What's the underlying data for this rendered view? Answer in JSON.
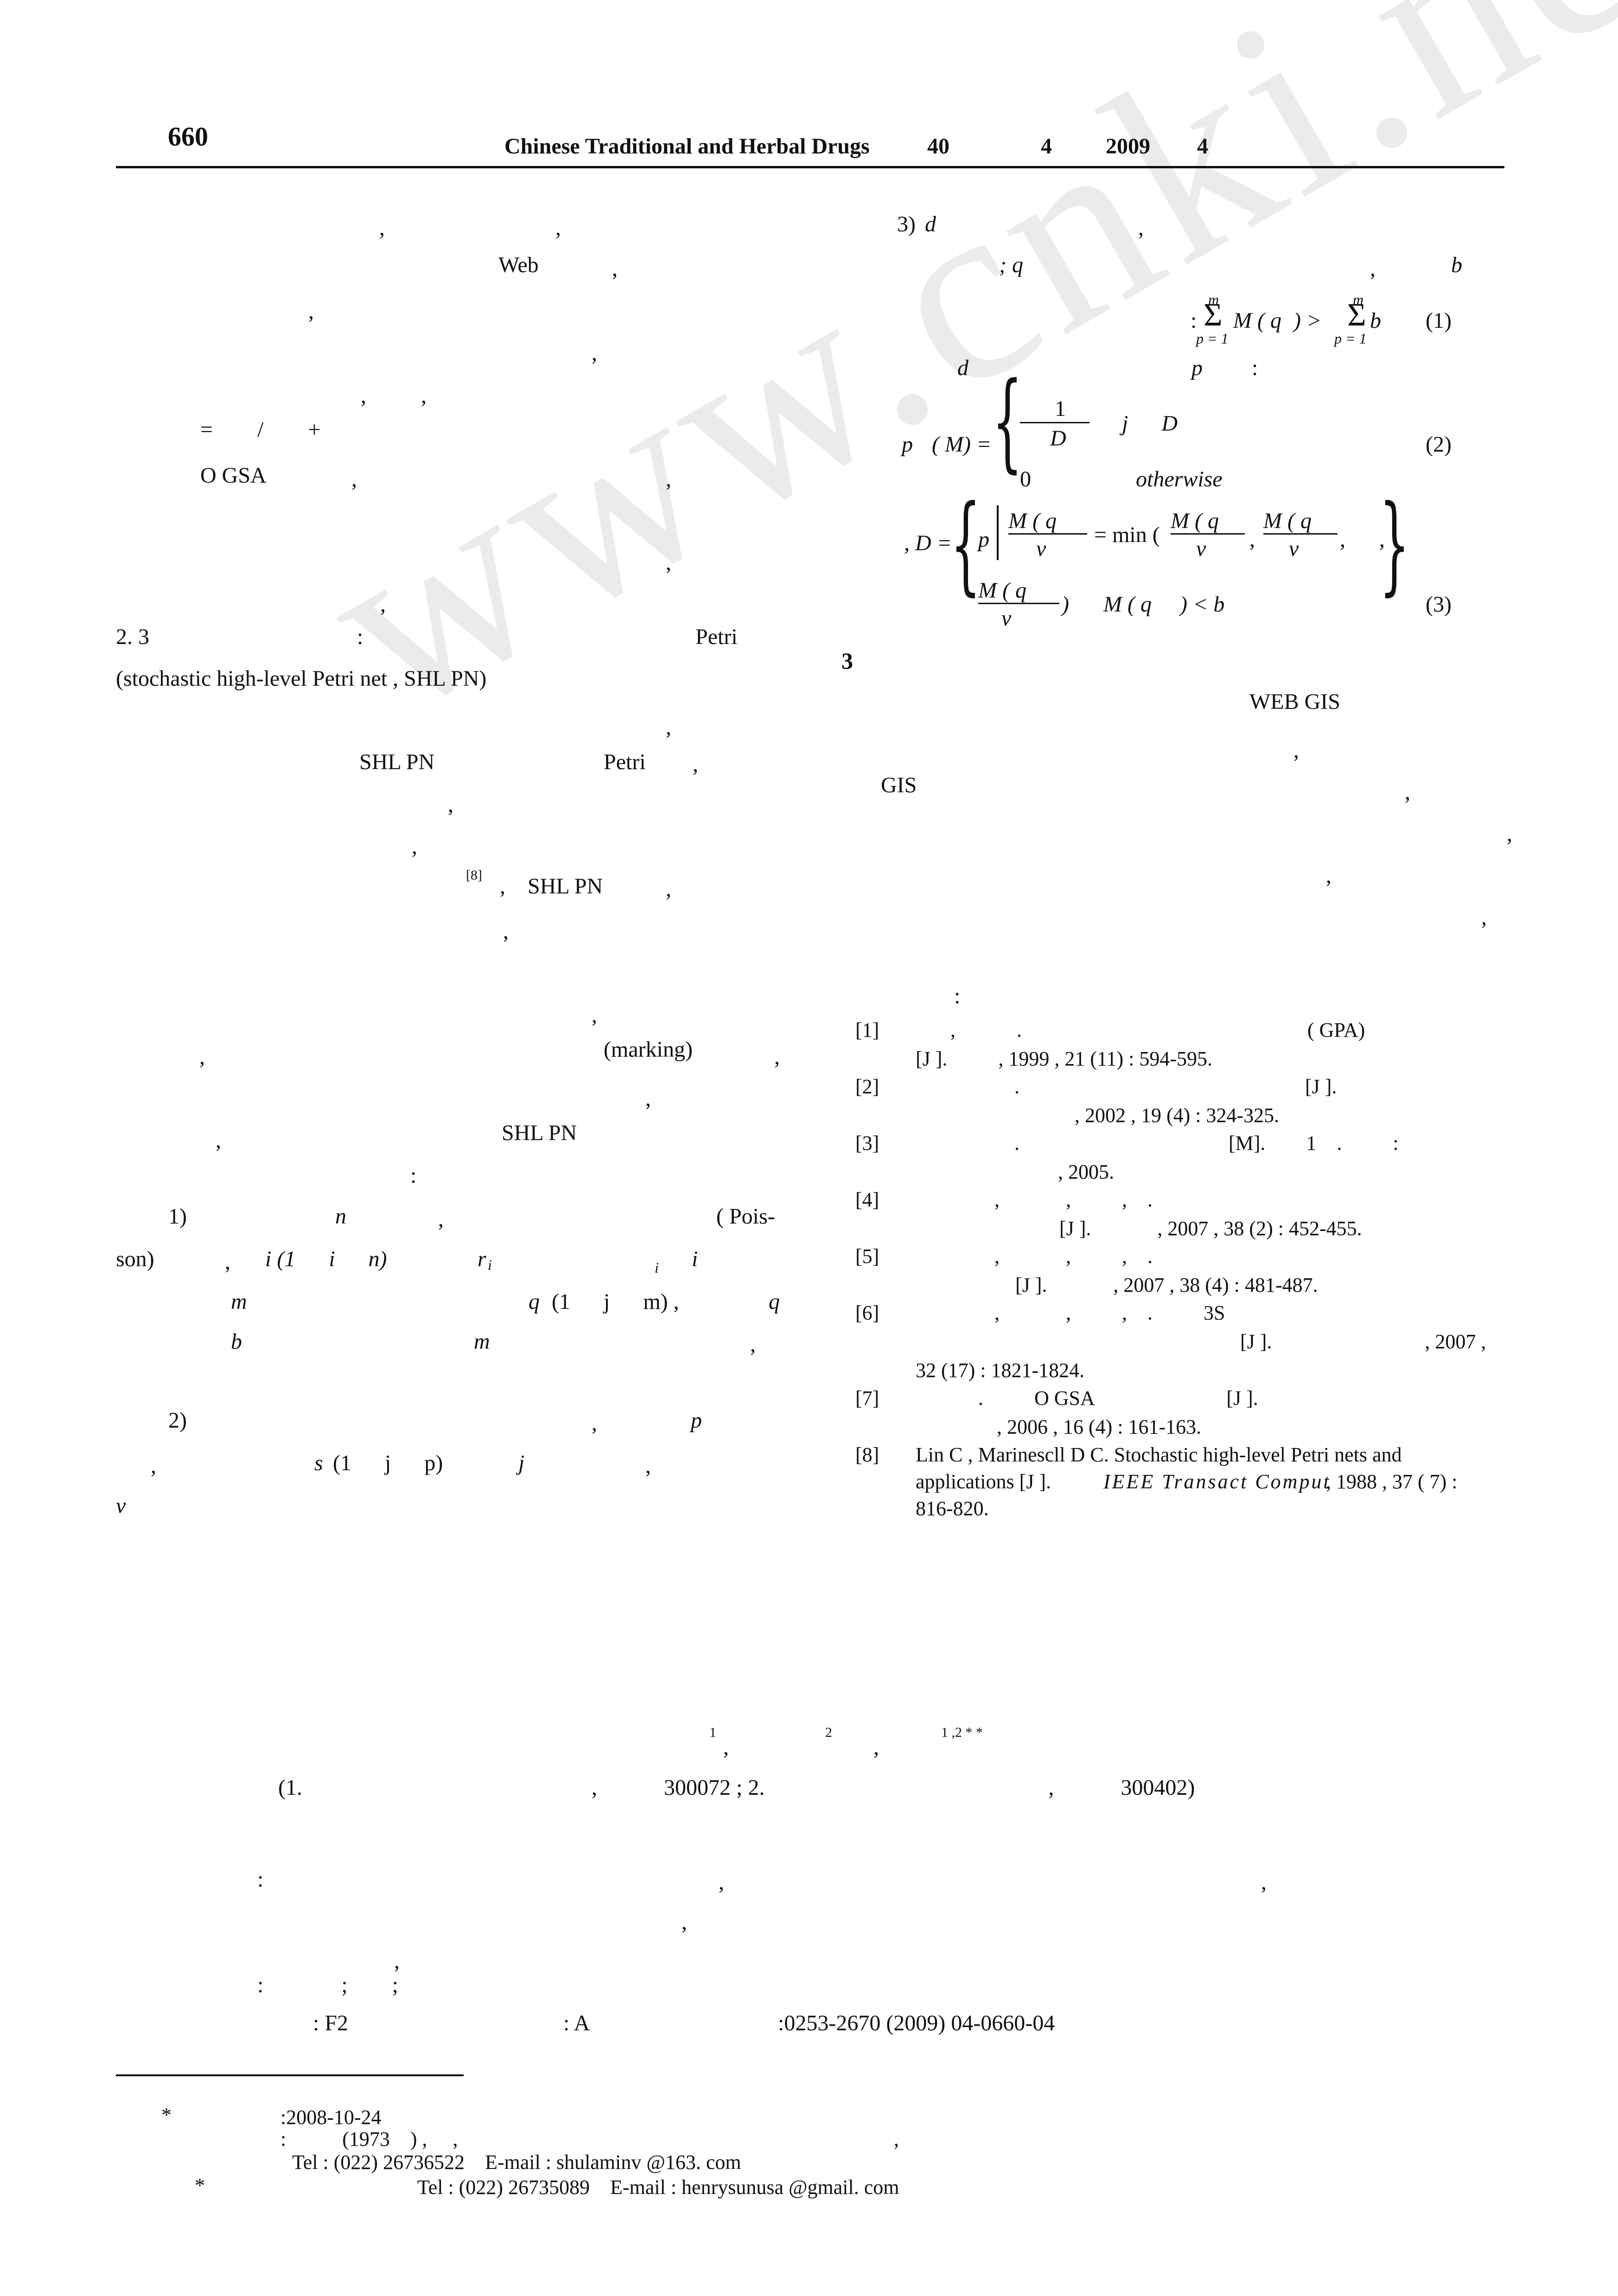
{
  "header": {
    "page_number": "660",
    "journal": "Chinese Traditional and Herbal Drugs",
    "volume": "40",
    "issue": "4",
    "year": "2009",
    "month": "4"
  },
  "watermark": "www.cnki.net",
  "left_column": {
    "frag_1": ",",
    "frag_2": ",",
    "frag_web": "Web",
    "frag_3": ",",
    "frag_4": ",",
    "frag_5": ",",
    "frag_6": ",",
    "frag_7": ",",
    "frag_formula": "=        /        +",
    "frag_ogsa": "O GSA",
    "frag_8": ",",
    "frag_9": ",",
    "frag_10": ",",
    "frag_11": ",",
    "section_23": "2. 3",
    "section_23_colon": ":",
    "frag_petri": "Petri",
    "shlpn_def": "(stochastic high-level Petri net , SHL PN)",
    "frag_12": ",",
    "frag_shlpn1": "SHL PN",
    "frag_petri2": "Petri",
    "frag_13": ",",
    "frag_14": ",",
    "frag_15": ",",
    "cite_8": "[8]",
    "frag_shlpn2": ",    SHL PN",
    "frag_16": ",",
    "frag_17": ",",
    "frag_18": ",",
    "frag_19": ",",
    "frag_marking": "(marking)",
    "frag_20": ",",
    "frag_21": ",",
    "frag_22": ",",
    "frag_shlpn3": "SHL PN",
    "frag_colon": ":",
    "item1_num": "1)",
    "item1_n": "n",
    "item1_comma": ",",
    "item1_pois": "( Pois-",
    "item1_son": "son)",
    "item1_comma2": ",",
    "item1_i": "i (1      i      n)",
    "item1_ri": "r",
    "item1_ri_sub": "i",
    "item1_isub": "i",
    "item1_i2": "i",
    "item1_m": "m",
    "item1_qj": "q",
    "item1_qj_range": "(1      j      m) ,",
    "item1_qj2": "q",
    "item1_bj": "b",
    "item1_m2": "m",
    "item1_comma3": ",",
    "item2_num": "2)",
    "item2_comma": ",",
    "item2_p": "p",
    "item2_comma2": ",",
    "item2_sj": "s",
    "item2_sj_range": "(1      j      p)",
    "item2_j": "j",
    "item2_comma3": ",",
    "item2_vj": "v"
  },
  "right_column": {
    "item3_num": "3)",
    "item3_dij": "d",
    "item3_comma": ",",
    "item3_qij": "; q",
    "item3_comma2": ",",
    "item3_bij": "b",
    "eq1_number": "(1)",
    "eq1_colon": ":",
    "eq1_lhs": "M ( q",
    "eq1_gt": ") >",
    "eq1_rhs": "b",
    "eq1_sum_top": "m",
    "eq1_sum_bot": "p = 1",
    "eq1_sum_top2": "m",
    "eq1_sum_bot2": "p = 1",
    "eq2_dij": "d",
    "eq2_pij": "p",
    "eq2_colon": ":",
    "eq2_lhs": "p",
    "eq2_lhs2": "( M) =",
    "eq2_num": "1",
    "eq2_den": "D",
    "eq2_cond": "j      D",
    "eq2_zero": "0",
    "eq2_otherwise": "otherwise",
    "eq2_number": "(2)",
    "eq3_D": ", D =",
    "eq3_p": "p",
    "eq3_frac1_num": "M ( q",
    "eq3_frac1_den": "v",
    "eq3_eq_min": "= min (",
    "eq3_frac2_num": "M ( q",
    "eq3_frac2_den": "v",
    "eq3_frac3_num": "M ( q",
    "eq3_frac3_den": "v",
    "eq3_comma1": ",",
    "eq3_comma2": ",",
    "eq3_comma3": ",",
    "eq3_frac4_num": "M ( q",
    "eq3_frac4_den": "v",
    "eq3_close": ")",
    "eq3_cond": "M ( q",
    "eq3_cond2": ") < b",
    "eq3_number": "(3)",
    "section_3": "3",
    "frag_webgis": "WEB GIS",
    "frag_c1": ",",
    "frag_gis": "GIS",
    "frag_c2": ",",
    "frag_c3": ",",
    "frag_c4": ",",
    "frag_c5": ",",
    "refs_colon": ":",
    "references": [
      {
        "num": "[1]",
        "line1": ",            .                                                        ( GPA)",
        "line2": "[J ].          , 1999 , 21 (11) : 594-595."
      },
      {
        "num": "[2]",
        "line1": ".                                                        [J ].",
        "line2": ", 2002 , 19 (4) : 324-325."
      },
      {
        "num": "[3]",
        "line1": ".                                         [M].        1    .          :",
        "line2": ", 2005."
      },
      {
        "num": "[4]",
        "line1": ",             ,          ,    .",
        "line2": "[J ].             , 2007 , 38 (2) : 452-455."
      },
      {
        "num": "[5]",
        "line1": ",             ,          ,    .",
        "line2": "[J ].             , 2007 , 38 (4) : 481-487."
      },
      {
        "num": "[6]",
        "line1": ",             ,          ,    .          3S",
        "line2": "[J ].                              , 2007 ,",
        "line3": "32 (17) : 1821-1824."
      },
      {
        "num": "[7]",
        "line1": ".          O GSA                          [J ].",
        "line2": ", 2006 , 16 (4) : 161-163."
      },
      {
        "num": "[8]",
        "line1": "Lin C , Marinescll D C. Stochastic high-level Petri nets and",
        "line2": "applications [J ].",
        "line2_italic": "IEEE Transact Comput",
        "line2_rest": ", 1988 , 37 ( 7) :",
        "line3": "816-820."
      }
    ]
  },
  "article": {
    "authors_line": ",                          ,",
    "author_sup1": "1",
    "author_sup2": "2",
    "author_sup3": "1 ,2 * *",
    "affiliation": "(1.                                                    ,            300072 ; 2.                                                   ,            300402)",
    "abstract_colon": ":",
    "abstract_c1": ",",
    "abstract_c2": ",",
    "abstract_c3": ",",
    "abstract_c4": ",",
    "keywords": ":              ;        ;",
    "class_label": ": F2",
    "doc_code": ": A",
    "article_id": ":0253-2670 (2009) 04-0660-04"
  },
  "footnotes": {
    "star1": "*",
    "received": ":2008-10-24",
    "bio_line": ":           (1973    ) ,     ,",
    "bio_comma": ",",
    "tel1": "Tel : (022) 26736522    E-mail : shulaminv @163. com",
    "star2": "*",
    "tel2": "Tel : (022) 26735089    E-mail : henrysunusa @gmail. com"
  }
}
